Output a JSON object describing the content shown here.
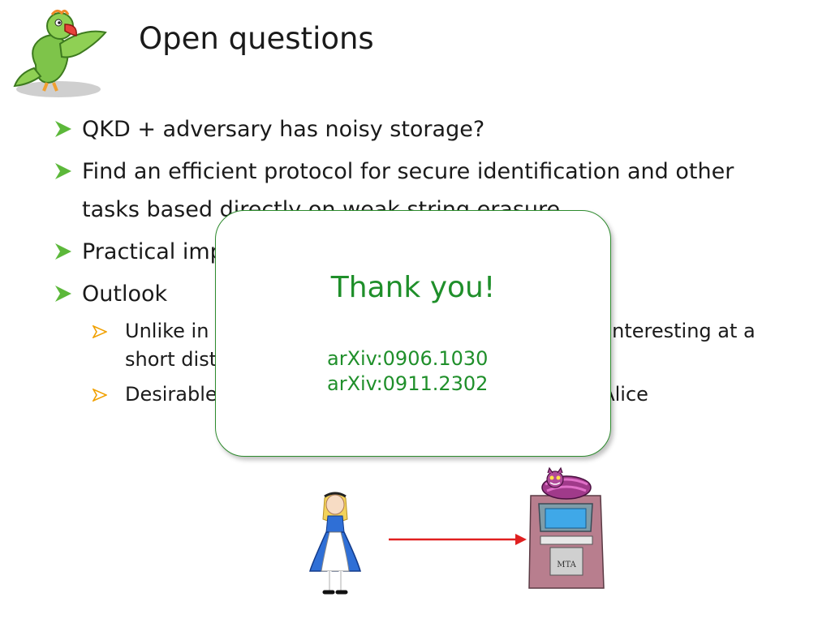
{
  "title": "Open questions",
  "bullets": [
    {
      "text": "QKD + adversary has noisy storage?"
    },
    {
      "text": "Find an efficient protocol for secure identification and other tasks based directly on weak string erasure."
    },
    {
      "text": "Practical implementations"
    },
    {
      "text": "Outlook"
    }
  ],
  "sub_bullets": [
    {
      "text": "Unlike in QKD, secure identification is potentially interesting at a short distance"
    },
    {
      "text": "Desirable to have a small, low-power, device for Alice"
    }
  ],
  "popup": {
    "heading": "Thank you!",
    "refs": [
      "arXiv:0906.1030",
      "arXiv:0911.2302"
    ]
  },
  "atm_label": "MTA",
  "colors": {
    "accent_green": "#1f8f2a",
    "bullet_green": "#5cb83a",
    "sub_bullet_orange": "#f0a000",
    "arrow_red": "#e02020"
  }
}
